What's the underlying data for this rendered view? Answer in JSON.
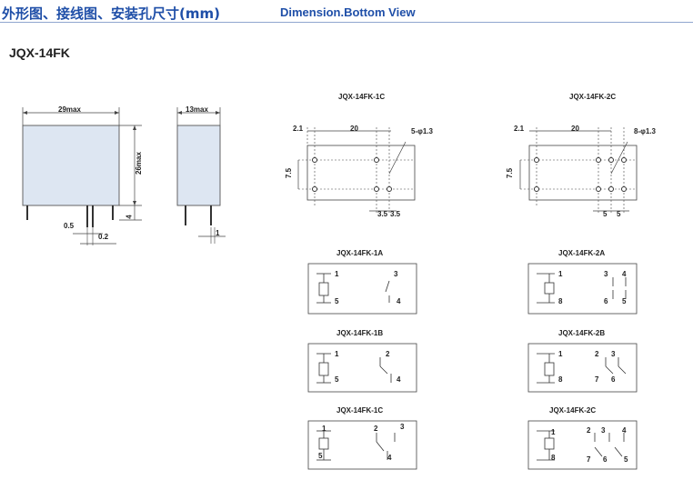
{
  "header": {
    "title_cn": "外形图、接线图、安装孔尺寸(mm)",
    "title_en": "Dimension.Bottom View"
  },
  "model": "JQX-14FK",
  "outline": {
    "width": "29max",
    "depth": "13max",
    "height": "26max",
    "pin_length": "4",
    "pin_width": "0.5",
    "pin_gap": "0.2",
    "pin_thickness": "1"
  },
  "pcb_1c": {
    "title": "JQX-14FK-1C",
    "dim_left": "2.1",
    "dim_span": "20",
    "holes": "5-φ1.3",
    "dim_vertical": "7.5",
    "dim_bottom": "3.5",
    "dim_bottom2": "3.5"
  },
  "pcb_2c": {
    "title": "JQX-14FK-2C",
    "dim_left": "2.1",
    "dim_span": "20",
    "holes": "8-φ1.3",
    "dim_vertical": "7.5",
    "dim_bottom": "5",
    "dim_bottom2": "5"
  },
  "schematics": [
    {
      "title": "JQX-14FK-1A",
      "pins": [
        "1",
        "5",
        "3",
        "4"
      ]
    },
    {
      "title": "JQX-14FK-2A",
      "pins": [
        "1",
        "8",
        "3",
        "4",
        "6",
        "5"
      ]
    },
    {
      "title": "JQX-14FK-1B",
      "pins": [
        "1",
        "5",
        "2",
        "4"
      ]
    },
    {
      "title": "JQX-14FK-2B",
      "pins": [
        "1",
        "8",
        "2",
        "3",
        "7",
        "6"
      ]
    },
    {
      "title": "JQX-14FK-1C",
      "pins": [
        "1",
        "5",
        "2",
        "3",
        "4"
      ]
    },
    {
      "title": "JQX-14FK-2C",
      "pins": [
        "1",
        "8",
        "2",
        "3",
        "4",
        "7",
        "6",
        "5"
      ]
    }
  ],
  "colors": {
    "heading": "#1f4fa8",
    "relay_fill": "#dde6f2",
    "line": "#444444"
  }
}
